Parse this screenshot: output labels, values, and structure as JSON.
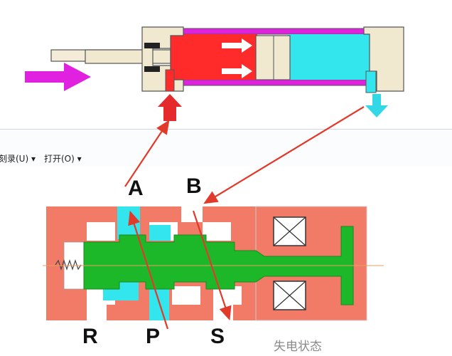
{
  "toolbar": {
    "burn_label": "刻录(U)",
    "open_label": "打开(O)"
  },
  "ports": {
    "a": "A",
    "b": "B",
    "r": "R",
    "p": "P",
    "s": "S"
  },
  "caption": "失电状态",
  "colors": {
    "cylinder_rod_side": "#ff2b2b",
    "cylinder_cap_side": "#33e6ee",
    "cylinder_tube": "#e022e0",
    "valve_body": "#f27b68",
    "valve_spool": "#1db82a",
    "flow_passage": "#33e6ee",
    "arrow": "#e23a2a"
  }
}
